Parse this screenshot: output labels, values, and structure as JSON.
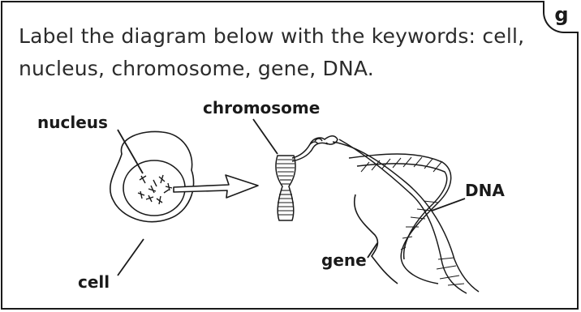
{
  "instruction": "Label the diagram below with the keywords: cell, nucleus, chromosome, gene, DNA.",
  "corner_tab": "g",
  "labels": {
    "nucleus": "nucleus",
    "chromosome": "chromosome",
    "dna": "DNA",
    "gene": "gene",
    "cell": "cell"
  }
}
